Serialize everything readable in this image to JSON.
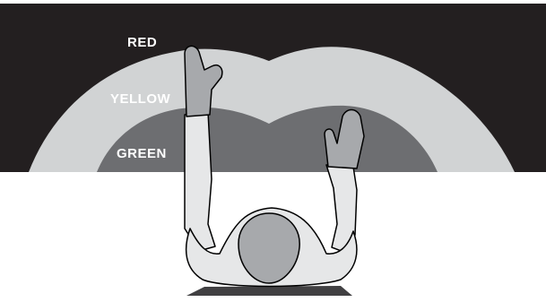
{
  "zones": {
    "red": {
      "label": "RED",
      "color": "#231f20"
    },
    "yellow": {
      "label": "YELLOW",
      "color": "#d1d3d4"
    },
    "green": {
      "label": "GREEN",
      "color": "#6d6e71"
    }
  },
  "figure": {
    "skin_color": "#e6e7e8",
    "hand_color": "#a7a9ac",
    "head_color": "#a7a9ac",
    "outline_color": "#000000"
  }
}
